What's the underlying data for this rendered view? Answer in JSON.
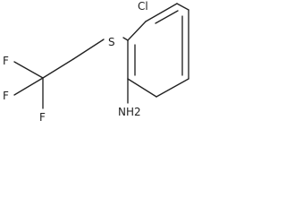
{
  "molecule": {
    "atoms": {
      "cl": "Cl",
      "s": "S",
      "f1": "F",
      "f2": "F",
      "f3": "F",
      "nh2": "NH2"
    }
  }
}
